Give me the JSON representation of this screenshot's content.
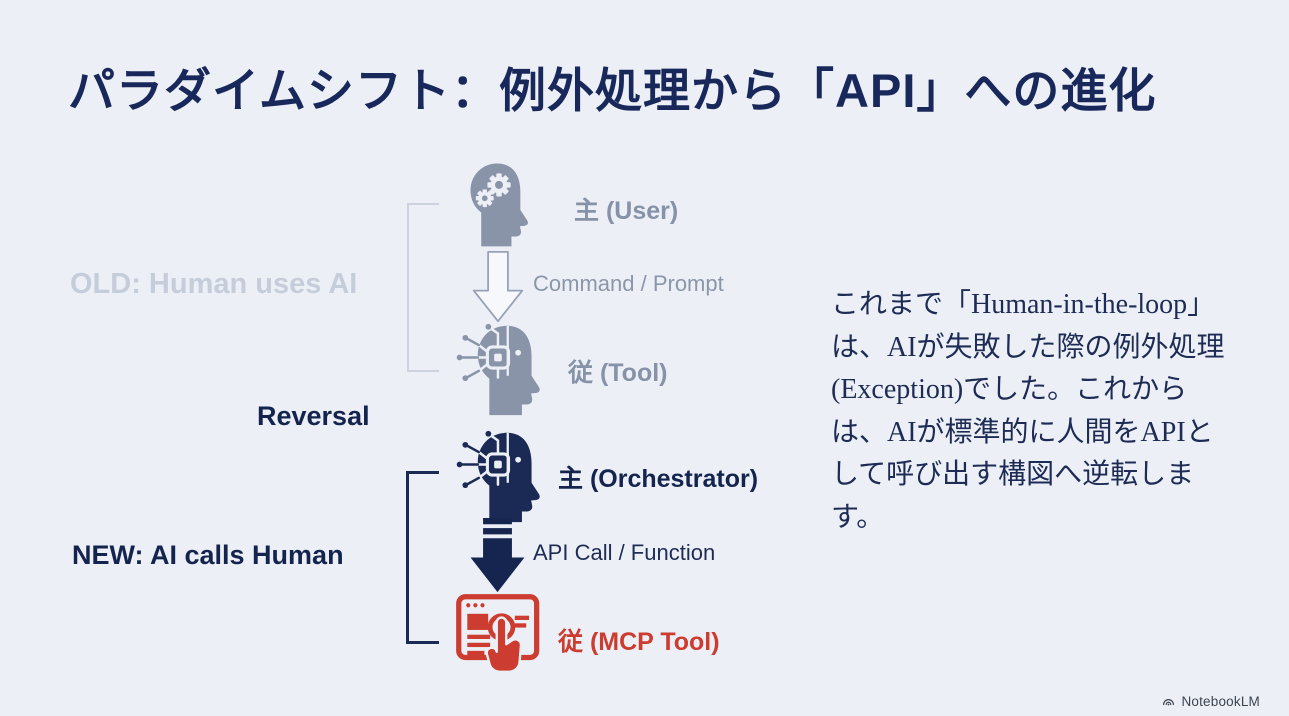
{
  "slide": {
    "title": "パラダイムシフト：例外処理から「API」への進化",
    "background_color": "#ecf0f6",
    "accent_navy": "#1b2a55",
    "accent_red": "#cc3c30",
    "accent_gray": "#8a94a9"
  },
  "diagram": {
    "old": {
      "label": "OLD: Human uses AI",
      "user_label": "主 (User)",
      "arrow_label": "Command / Prompt",
      "tool_label": "従 (Tool)"
    },
    "reversal_label": "Reversal",
    "new": {
      "label": "NEW: AI calls Human",
      "orchestrator_label": "主 (Orchestrator)",
      "arrow_label": "API Call / Function",
      "tool_label": "従 (MCP Tool)"
    }
  },
  "description": {
    "text": "これまで「Human-in-the-loop」は、AIが失敗した際の例外処理(Exception)でした。これからは、AIが標準的に人間をAPIとして呼び出す構図へ逆転します。"
  },
  "footer": {
    "brand": "NotebookLM"
  }
}
